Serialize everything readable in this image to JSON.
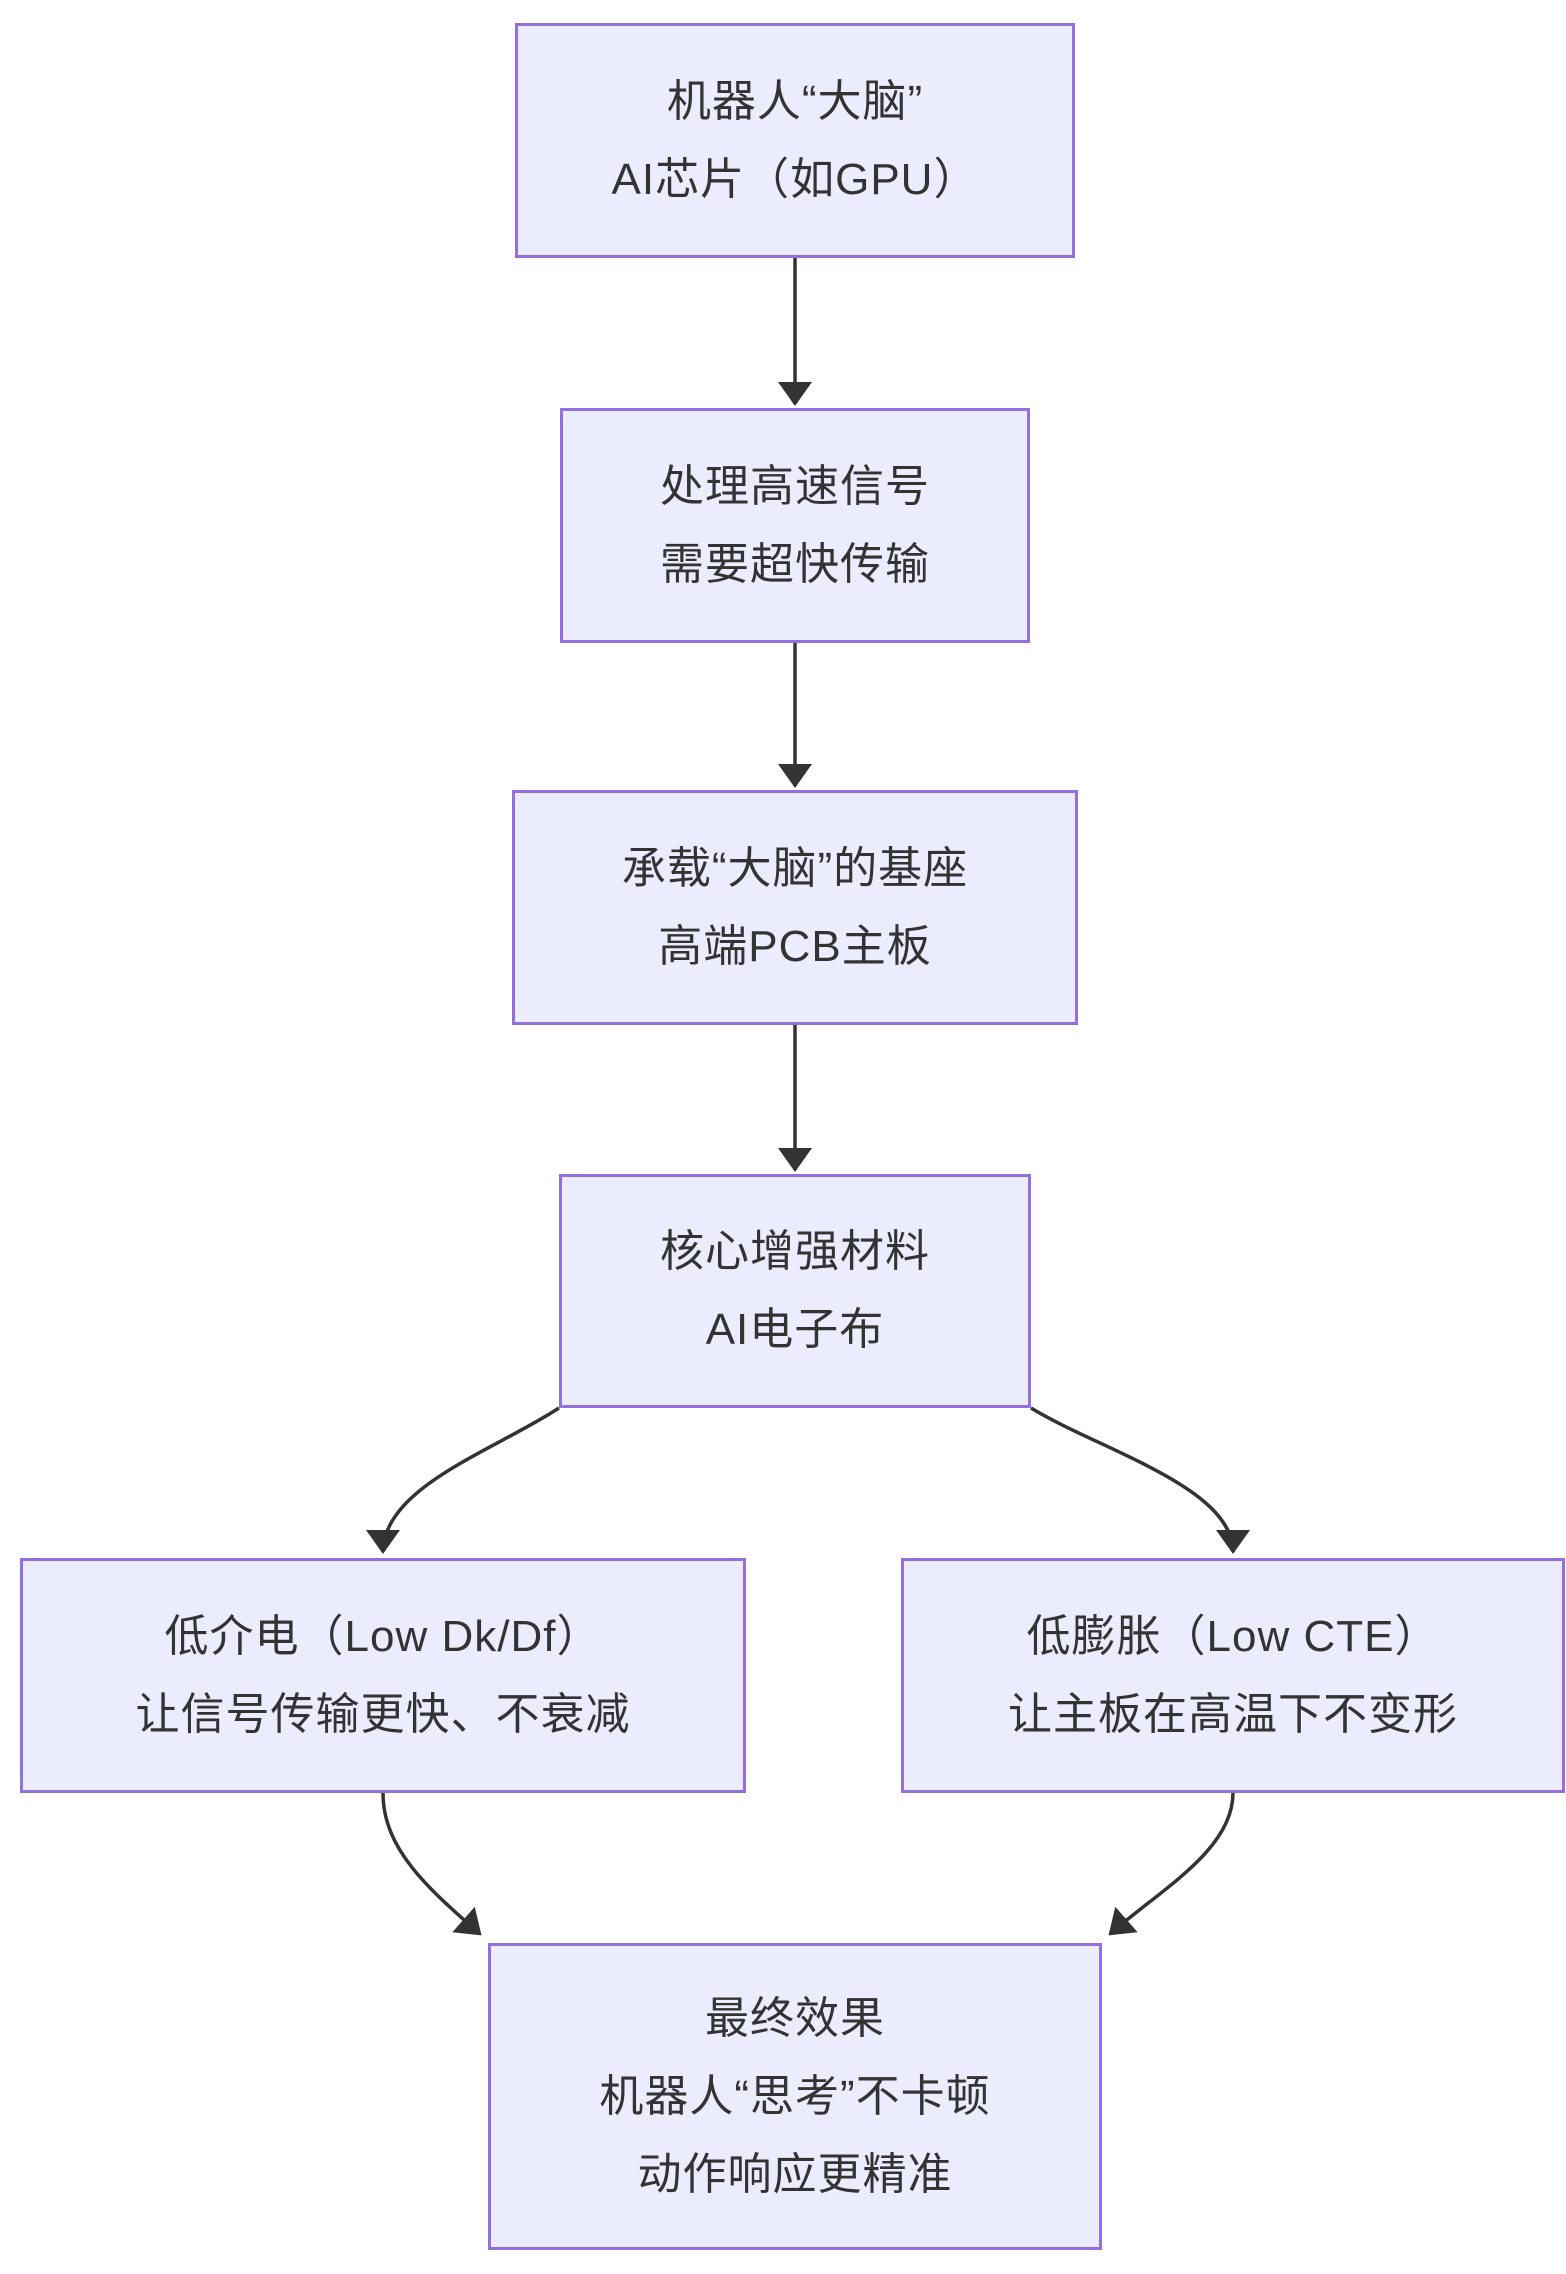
{
  "diagram": {
    "type": "flowchart",
    "direction": "top-down",
    "colors": {
      "node_fill": "#ECECFF",
      "node_border": "#9370DB",
      "edge": "#333333",
      "text": "#333333",
      "background": "#FFFFFF"
    },
    "nodes": [
      {
        "id": "ai-chip",
        "lines": [
          "机器人“大脑”",
          "AI芯片（如GPU）"
        ]
      },
      {
        "id": "signal",
        "lines": [
          "处理高速信号",
          "需要超快传输"
        ]
      },
      {
        "id": "pcb",
        "lines": [
          "承载“大脑”的基座",
          "高端PCB主板"
        ]
      },
      {
        "id": "efabric",
        "lines": [
          "核心增强材料",
          "AI电子布"
        ]
      },
      {
        "id": "low-dk",
        "lines": [
          "低介电（Low Dk/Df）",
          "让信号传输更快、不衰减"
        ]
      },
      {
        "id": "low-cte",
        "lines": [
          "低膨胀（Low CTE）",
          "让主板在高温下不变形"
        ]
      },
      {
        "id": "result",
        "lines": [
          "最终效果",
          "机器人“思考”不卡顿",
          "动作响应更精准"
        ]
      }
    ],
    "edges": [
      {
        "from": "ai-chip",
        "to": "signal"
      },
      {
        "from": "signal",
        "to": "pcb"
      },
      {
        "from": "pcb",
        "to": "efabric"
      },
      {
        "from": "efabric",
        "to": "low-dk"
      },
      {
        "from": "efabric",
        "to": "low-cte"
      },
      {
        "from": "low-dk",
        "to": "result"
      },
      {
        "from": "low-cte",
        "to": "result"
      }
    ]
  }
}
